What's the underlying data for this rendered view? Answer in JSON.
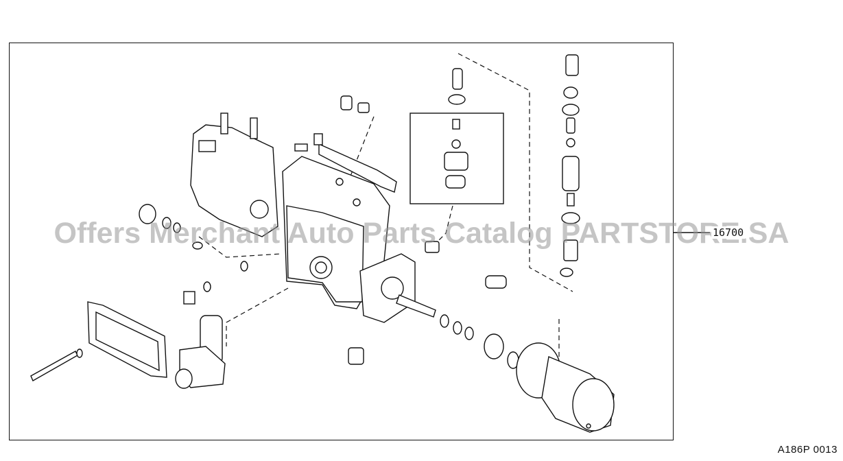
{
  "diagram": {
    "ref_number": "16700",
    "figure_code": "A186P 0013"
  },
  "watermark": {
    "text": "Offers Merchant Auto Parts Catalog PARTSTORE.SA"
  },
  "colors": {
    "line": "#111111",
    "background": "#ffffff",
    "watermark": "#969696"
  }
}
